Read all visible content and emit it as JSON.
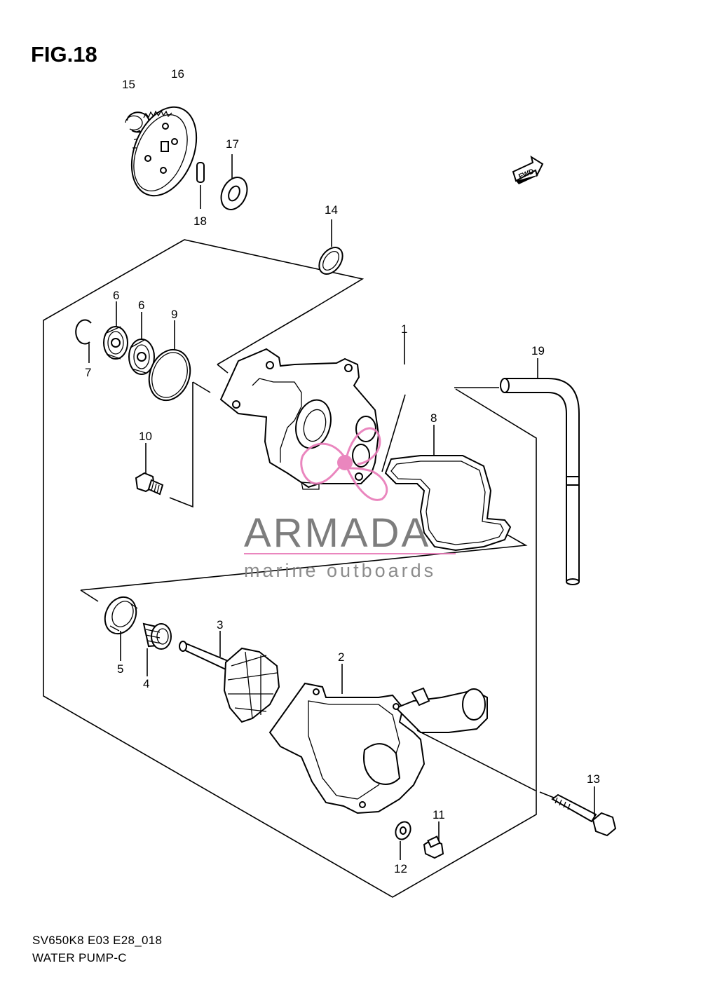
{
  "figure": {
    "title": "FIG.18",
    "model_code": "SV650K8 E03 E28_018",
    "name": "WATER PUMP-C"
  },
  "direction_tag": "FWD",
  "watermark": {
    "brand": "ARMADA",
    "tagline": "marine outboards",
    "color_text": "#707070",
    "color_accent": "#e87ab8"
  },
  "callouts": [
    "1",
    "2",
    "3",
    "4",
    "5",
    "6",
    "6",
    "7",
    "8",
    "9",
    "10",
    "11",
    "12",
    "13",
    "14",
    "15",
    "16",
    "17",
    "18",
    "19"
  ]
}
